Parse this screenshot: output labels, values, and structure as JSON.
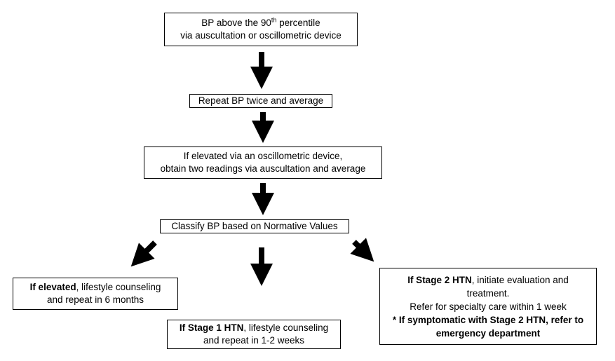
{
  "flowchart": {
    "start": {
      "line1_prefix": "BP above the 90",
      "line1_sup": "th",
      "line1_suffix": " percentile",
      "line2": "via auscultation or oscillometric device"
    },
    "repeat": {
      "text": "Repeat BP twice and average"
    },
    "oscillometric": {
      "line1": "If elevated via an oscillometric device,",
      "line2": "obtain two readings via auscultation and average"
    },
    "classify": {
      "text": "Classify BP based on Normative Values"
    },
    "elevated": {
      "bold": "If elevated",
      "line1_rest": ", lifestyle counseling",
      "line2": "and repeat in 6 months"
    },
    "stage1": {
      "bold": "If Stage 1 HTN",
      "line1_rest": ", lifestyle counseling",
      "line2": "and repeat in 1-2 weeks"
    },
    "stage2": {
      "bold": "If Stage 2 HTN",
      "line1_rest": ", initiate evaluation and",
      "line2": "treatment.",
      "line3": "Refer for specialty care within 1 week",
      "line4_bold": "* If symptomatic with Stage 2 HTN, refer to",
      "line5_bold": "emergency department"
    }
  }
}
